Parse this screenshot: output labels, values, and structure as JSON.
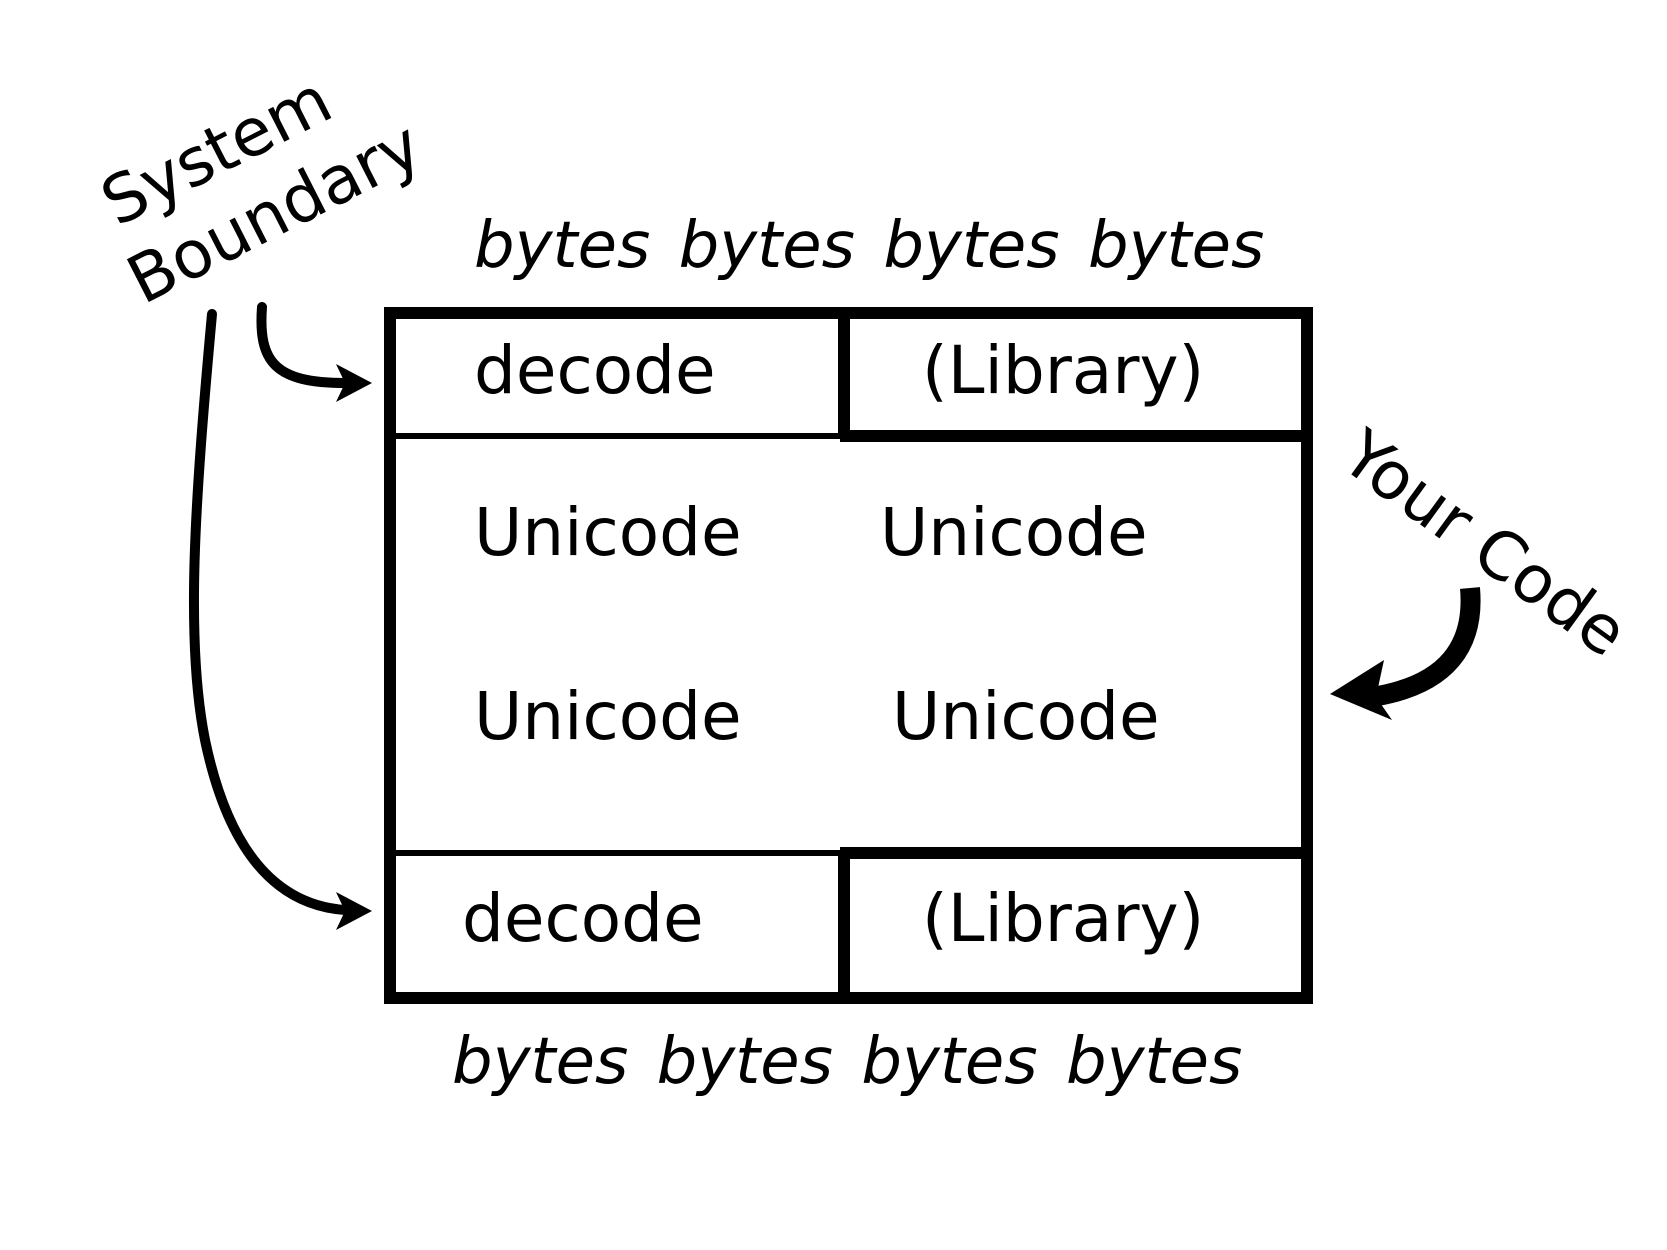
{
  "labels": {
    "system": "System",
    "boundary": "Boundary",
    "your_code": "Your Code",
    "bytes_top": "bytes bytes bytes bytes",
    "bytes_bottom": "bytes bytes bytes bytes"
  },
  "boxes": {
    "top_left": "decode",
    "top_right": "(Library)",
    "bottom_left": "decode",
    "bottom_right": "(Library)"
  },
  "middle": {
    "row1_left": "Unicode",
    "row1_right": "Unicode",
    "row2_left": "Unicode",
    "row2_right": "Unicode"
  },
  "colors": {
    "ink": "#000000",
    "background": "#ffffff"
  }
}
